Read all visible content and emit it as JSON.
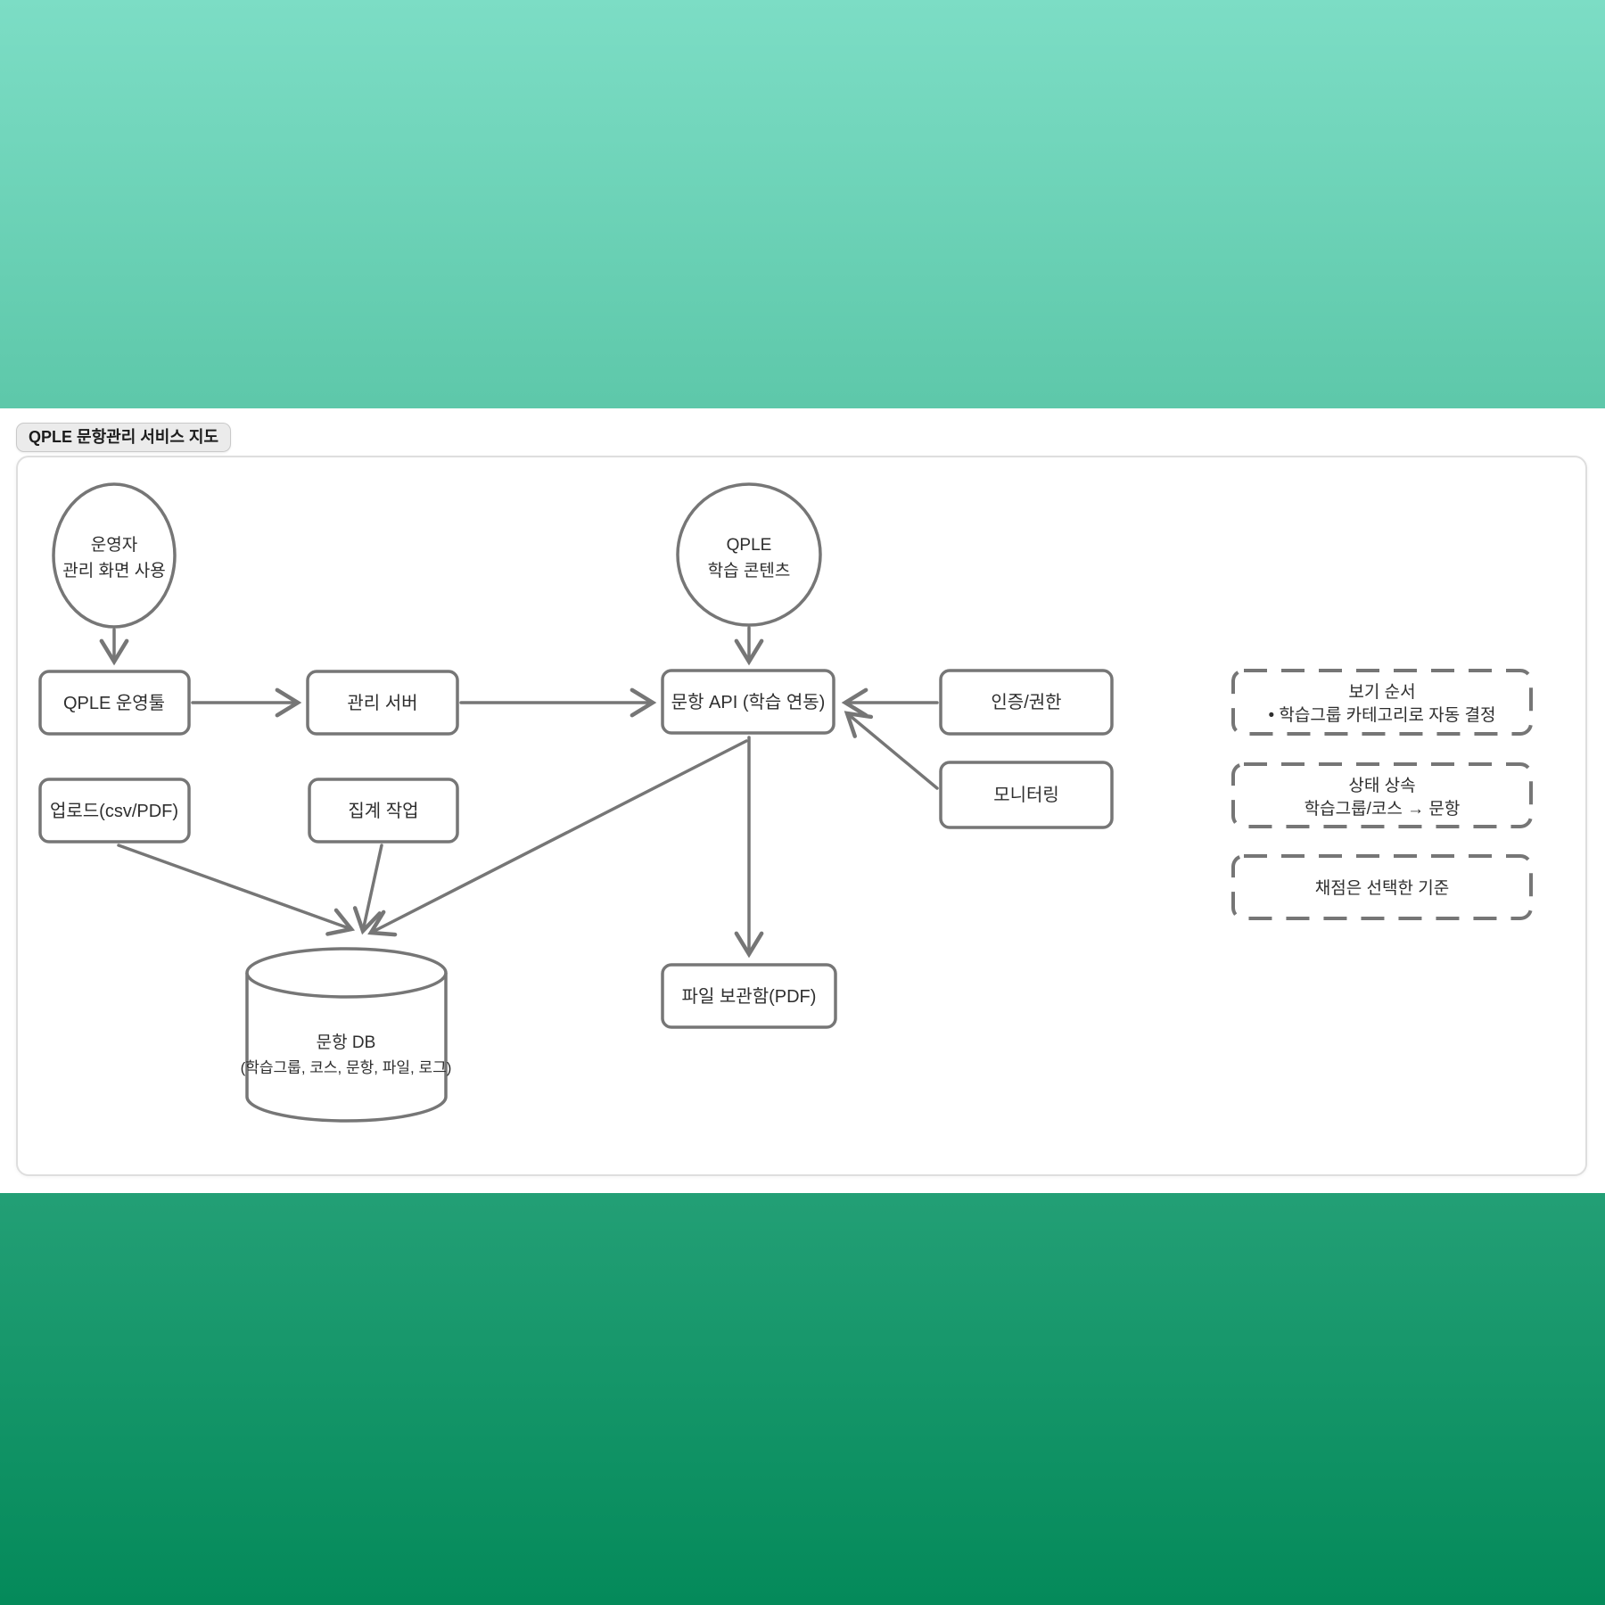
{
  "badge": {
    "label": "QPLE 문항관리 서비스 지도"
  },
  "colors": {
    "background_top": "#7cddc5",
    "background_bottom": "#048a5a",
    "panel_background": "#ffffff",
    "diagram_stroke": "#767676",
    "diagram_text": "#2e2e2e"
  },
  "nodes": {
    "operator": {
      "line1": "운영자",
      "line2": "관리 화면 사용"
    },
    "qple_content": {
      "line1": "QPLE",
      "line2": "학습 콘텐츠"
    },
    "ops_tool": {
      "label": "QPLE 운영툴"
    },
    "admin_server": {
      "label": "관리 서버"
    },
    "question_api": {
      "label": "문항 API (학습 연동)"
    },
    "auth": {
      "label": "인증/권한"
    },
    "monitoring": {
      "label": "모니터링"
    },
    "upload": {
      "label": "업로드(csv/PDF)"
    },
    "aggregation": {
      "label": "집계 작업"
    },
    "file_archive": {
      "label": "파일 보관함(PDF)"
    },
    "question_db": {
      "line1": "문항 DB",
      "line2": "(학습그룹, 코스, 문항, 파일, 로그)"
    }
  },
  "notes": {
    "view_order": {
      "line1": "보기 순서",
      "line2": "• 학습그룹 카테고리로 자동 결정"
    },
    "state_inherit": {
      "line1": "상태 상속",
      "line2": "학습그룹/코스 → 문항"
    },
    "grading": {
      "line1": "채점은 선택한 기준"
    }
  }
}
